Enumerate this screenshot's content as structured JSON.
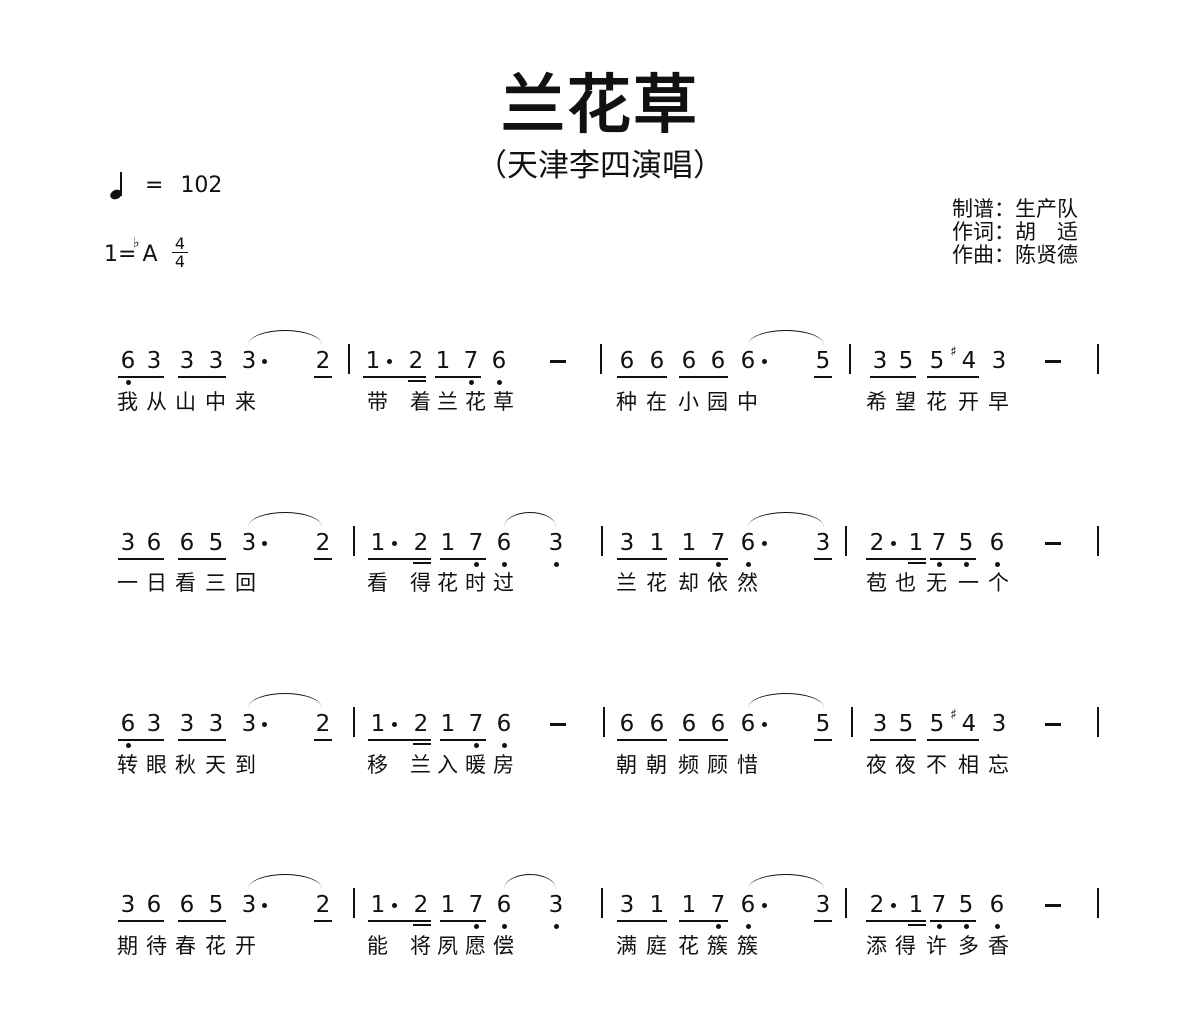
{
  "header": {
    "title": "兰花草",
    "subtitle": "（天津李四演唱）",
    "tempo": {
      "icon": "quarter-note-icon",
      "equals": "=",
      "bpm": "102"
    },
    "key": {
      "prefix": "1=",
      "accidental": "♭",
      "note": "A"
    },
    "time_signature": {
      "numerator": "4",
      "denominator": "4"
    },
    "credits": [
      {
        "label": "制谱：",
        "value": "生产队"
      },
      {
        "label": "作词：",
        "value": "胡　适"
      },
      {
        "label": "作曲：",
        "value": "陈贤德"
      }
    ]
  },
  "score": {
    "rows": [
      {
        "measures": [
          {
            "notes": "6 3 3 3 3· 2",
            "lyrics": "我从山中来"
          },
          {
            "notes": "1· 2 1 7 6 -",
            "lyrics": "带 着兰花草"
          },
          {
            "notes": "6 6 6 6 6· 5",
            "lyrics": "种在小园中"
          },
          {
            "notes": "3 5 5 #4 3 -",
            "lyrics": "希望花开早"
          }
        ]
      },
      {
        "measures": [
          {
            "notes": "3 6 6 5 3· 2",
            "lyrics": "一日看三回"
          },
          {
            "notes": "1· 2 1 7 6 3",
            "lyrics": "看 得花时过"
          },
          {
            "notes": "3 1 1 7 6· 3",
            "lyrics": "兰花却依然"
          },
          {
            "notes": "2· 1 7 5 6 -",
            "lyrics": "苞 也无一个"
          }
        ]
      },
      {
        "measures": [
          {
            "notes": "6 3 3 3 3· 2",
            "lyrics": "转眼秋天到"
          },
          {
            "notes": "1· 2 1 7 6 -",
            "lyrics": "移 兰入暖房"
          },
          {
            "notes": "6 6 6 6 6· 5",
            "lyrics": "朝朝频顾惜"
          },
          {
            "notes": "3 5 5 #4 3 -",
            "lyrics": "夜夜不相忘"
          }
        ]
      },
      {
        "measures": [
          {
            "notes": "3 6 6 5 3· 2",
            "lyrics": "期待春花开"
          },
          {
            "notes": "1· 2 1 7 6 3",
            "lyrics": "能 将夙愿偿"
          },
          {
            "notes": "3 1 1 7 6· 3",
            "lyrics": "满庭花簇簇"
          },
          {
            "notes": "2· 1 7 5 6 -",
            "lyrics": "添 得许多香"
          }
        ]
      }
    ],
    "digits": {
      "A1": [
        "6",
        "3",
        "3",
        "3",
        "3",
        "2"
      ],
      "B1": [
        "1",
        "2",
        "1",
        "7",
        "6"
      ],
      "C1": [
        "6",
        "6",
        "6",
        "6",
        "6",
        "5"
      ],
      "D1": [
        "3",
        "5",
        "5",
        "4",
        "3"
      ],
      "A2": [
        "3",
        "6",
        "6",
        "5",
        "3",
        "2"
      ],
      "B2": [
        "1",
        "2",
        "1",
        "7",
        "6",
        "3"
      ],
      "C2": [
        "3",
        "1",
        "1",
        "7",
        "6",
        "3"
      ],
      "D2": [
        "2",
        "1",
        "7",
        "5",
        "6"
      ]
    },
    "sharp": "♯",
    "lyrics": {
      "r1": [
        "我",
        "从",
        "山",
        "中",
        "来",
        "带",
        "着",
        "兰",
        "花",
        "草",
        "种",
        "在",
        "小",
        "园",
        "中",
        "希",
        "望",
        "花",
        "开",
        "早"
      ],
      "r2": [
        "一",
        "日",
        "看",
        "三",
        "回",
        "看",
        "得",
        "花",
        "时",
        "过",
        "兰",
        "花",
        "却",
        "依",
        "然",
        "苞",
        "也",
        "无",
        "一",
        "个"
      ],
      "r3": [
        "转",
        "眼",
        "秋",
        "天",
        "到",
        "移",
        "兰",
        "入",
        "暖",
        "房",
        "朝",
        "朝",
        "频",
        "顾",
        "惜",
        "夜",
        "夜",
        "不",
        "相",
        "忘"
      ],
      "r4": [
        "期",
        "待",
        "春",
        "花",
        "开",
        "能",
        "将",
        "夙",
        "愿",
        "偿",
        "满",
        "庭",
        "花",
        "簇",
        "簇",
        "添",
        "得",
        "许",
        "多",
        "香"
      ]
    }
  }
}
